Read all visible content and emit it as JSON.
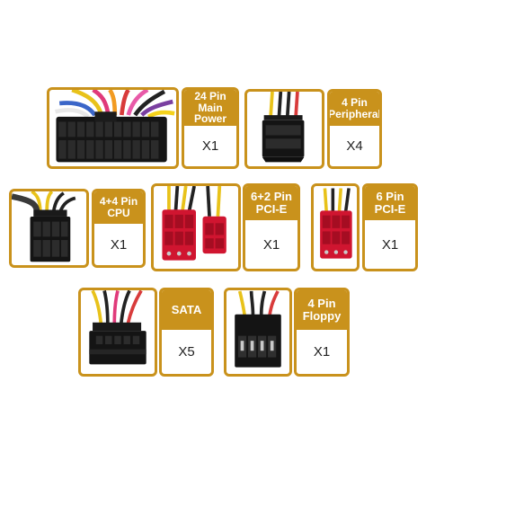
{
  "accent_color": "#c9921c",
  "connectors": [
    {
      "label_line1": "24 Pin",
      "label_line2": "Main Power",
      "quantity": "X1",
      "icon": "atx-24pin-connector-icon"
    },
    {
      "label_line1": "4 Pin",
      "label_line2": "Peripheral",
      "quantity": "X4",
      "icon": "molex-4pin-connector-icon"
    },
    {
      "label_line1": "4+4 Pin",
      "label_line2": "CPU",
      "quantity": "X1",
      "icon": "cpu-8pin-connector-icon"
    },
    {
      "label_line1": "6+2 Pin",
      "label_line2": "PCI-E",
      "quantity": "X1",
      "icon": "pcie-6plus2-connector-icon"
    },
    {
      "label_line1": "6 Pin",
      "label_line2": "PCI-E",
      "quantity": "X1",
      "icon": "pcie-6pin-connector-icon"
    },
    {
      "label_line1": "SATA",
      "label_line2": "",
      "quantity": "X5",
      "icon": "sata-connector-icon"
    },
    {
      "label_line1": "4 Pin",
      "label_line2": "Floppy",
      "quantity": "X1",
      "icon": "floppy-4pin-connector-icon"
    }
  ]
}
